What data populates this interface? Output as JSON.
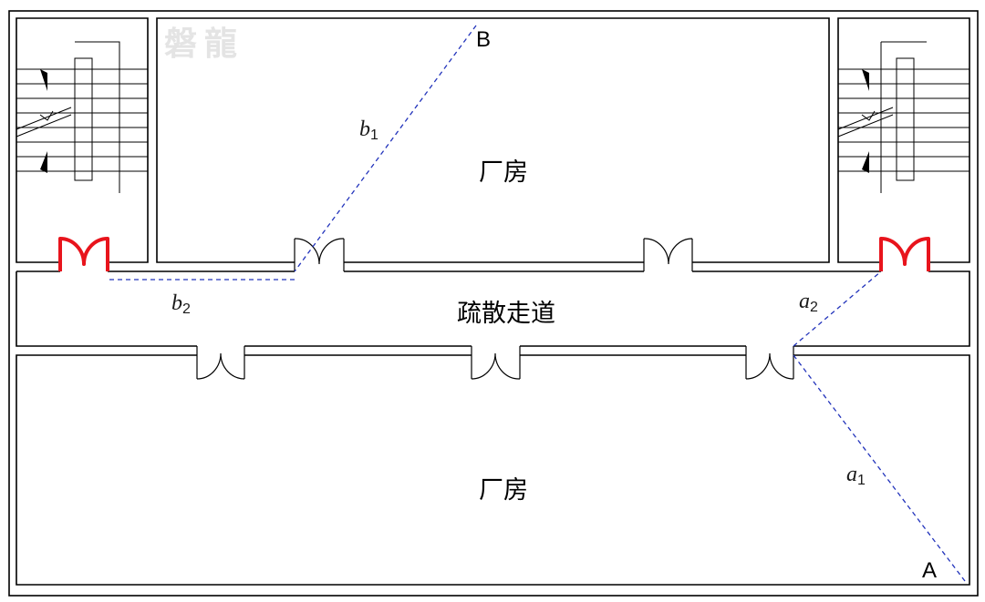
{
  "rooms": {
    "upper_workshop": "厂房",
    "lower_workshop": "厂房",
    "corridor": "疏散走道"
  },
  "points": {
    "start": "A",
    "end": "B"
  },
  "segments": {
    "a1": {
      "letter": "a",
      "sub": "1"
    },
    "a2": {
      "letter": "a",
      "sub": "2"
    },
    "b1": {
      "letter": "b",
      "sub": "1"
    },
    "b2": {
      "letter": "b",
      "sub": "2"
    }
  },
  "watermark": "磐龍",
  "colors": {
    "exit_door": "#e8141c",
    "route": "#2233bb"
  }
}
